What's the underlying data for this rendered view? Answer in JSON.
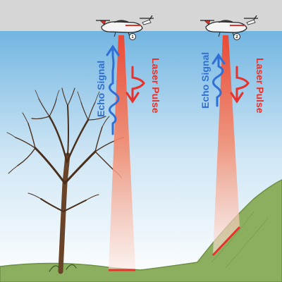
{
  "colors": {
    "sky_top": "#4fa3d8",
    "sky_bottom": "#ffffff",
    "ceiling": "#d6d6d6",
    "ground": "#8caf5f",
    "ground_edge": "#6f8f45",
    "echo": "#2f6fd6",
    "laser": "#e8312a",
    "beam_top": "#f04a30",
    "tree": "#5a3a22",
    "aircraft_body": "#f4f4f4",
    "aircraft_accent": "#d9332a",
    "aircraft_dark": "#222222"
  },
  "scene": {
    "panel_1": {
      "marker": "1",
      "echo_label": "Echo Signal",
      "laser_label": "Laser Pulse"
    },
    "panel_2": {
      "marker": "2",
      "echo_label": "Echo Signal",
      "laser_label": "Laser Pulse"
    }
  }
}
